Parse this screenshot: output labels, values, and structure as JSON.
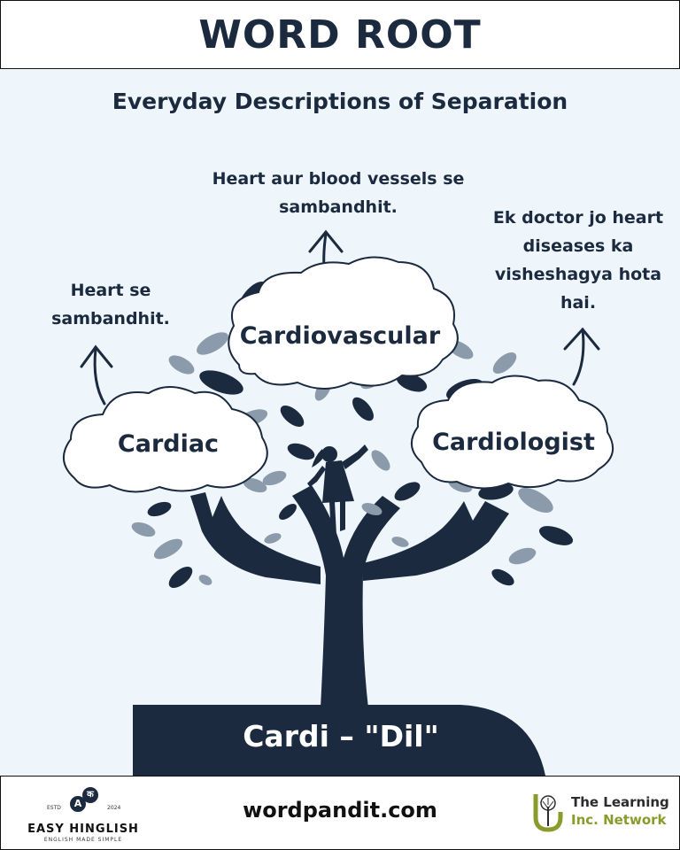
{
  "header": {
    "title": "WORD ROOT"
  },
  "subtitle": "Everyday Descriptions of Separation",
  "root": {
    "label": "Cardi – \"Dil\""
  },
  "words": [
    {
      "word": "Cardiac",
      "meaning": "Heart se sambandhit."
    },
    {
      "word": "Cardiovascular",
      "meaning": "Heart aur blood vessels se sambandhit."
    },
    {
      "word": "Cardiologist",
      "meaning": "Ek doctor jo heart diseases ka visheshagya hota hai."
    }
  ],
  "footer": {
    "site": "wordpandit.com",
    "left_logo": {
      "name": "EASY HINGLISH",
      "tagline": "ENGLISH MADE SIMPLE",
      "estd": "ESTD",
      "year": "2024",
      "glyph_a": "A",
      "glyph_k": "क"
    },
    "right_logo": {
      "line1": "The Learning",
      "line2": "Inc. Network"
    }
  },
  "colors": {
    "navy": "#1b2a3f",
    "leaf_light": "#8b9bab",
    "background": "#eef6fb",
    "olive": "#8a9a2b"
  }
}
